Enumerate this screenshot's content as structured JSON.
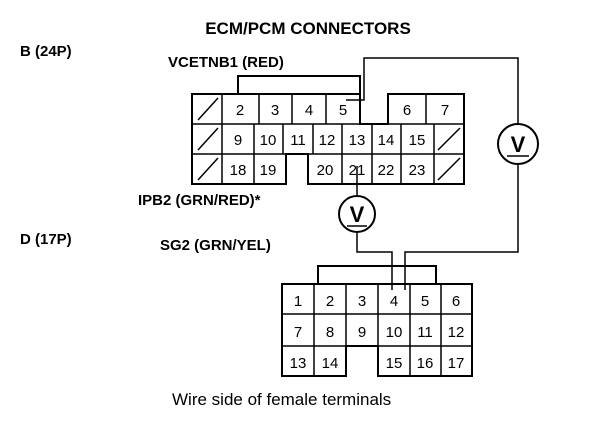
{
  "title": "ECM/PCM CONNECTORS",
  "connector_b": {
    "label": "B (24P)",
    "wire_label": "VCETNB1 (RED)",
    "probe_label": "IPB2 (GRN/RED)*",
    "rows": [
      [
        "",
        "2",
        "3",
        "4",
        "5",
        "",
        "6",
        "7"
      ],
      [
        "",
        "9",
        "10",
        "11",
        "12",
        "13",
        "14",
        "15",
        ""
      ],
      [
        "",
        "18",
        "19",
        "",
        "20",
        "21",
        "22",
        "23",
        ""
      ]
    ]
  },
  "connector_d": {
    "label": "D (17P)",
    "wire_label": "SG2 (GRN/YEL)",
    "rows": [
      [
        "1",
        "2",
        "3",
        "4",
        "5",
        "6"
      ],
      [
        "7",
        "8",
        "9",
        "10",
        "11",
        "12"
      ],
      [
        "13",
        "14",
        "",
        "15",
        "16",
        "17"
      ]
    ]
  },
  "meters": [
    {
      "symbol": "V"
    },
    {
      "symbol": "V"
    }
  ],
  "caption": "Wire side of female terminals"
}
